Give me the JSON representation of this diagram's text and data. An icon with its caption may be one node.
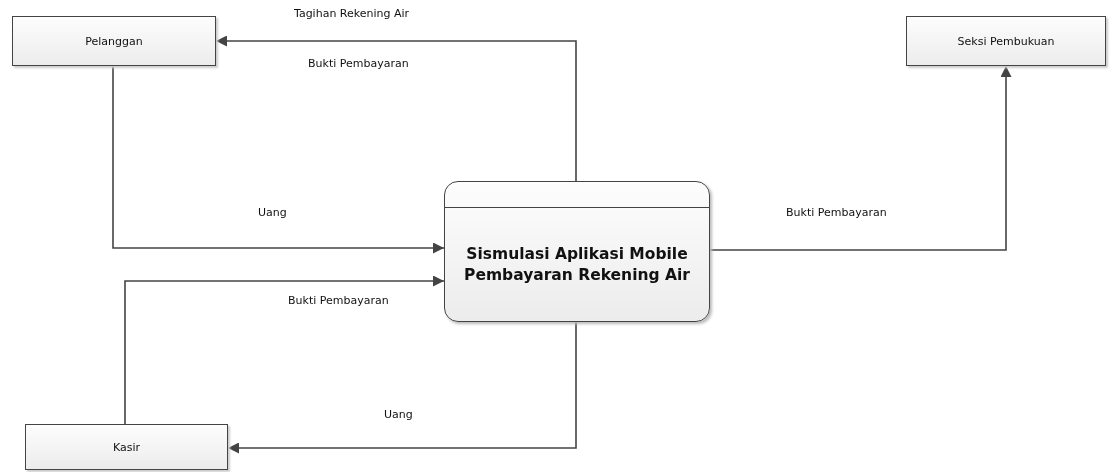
{
  "diagram": {
    "nodes": [
      {
        "text": [
          "Pelanggan"
        ]
      },
      {
        "text": [
          "Seksi Pembukuan"
        ]
      },
      {
        "text": [
          "Sismulasi Aplikasi Mobile Pembayaran Rekening Air"
        ]
      },
      {
        "text": [
          "Kasir"
        ]
      }
    ],
    "edges": [
      {
        "from": 2,
        "to": 0,
        "arrow": "to",
        "label": "Tagihan Rekening Air"
      },
      {
        "from": 0,
        "to": 2,
        "arrow": "to",
        "label": "Uang"
      },
      {
        "from": 3,
        "to": 2,
        "arrow": "to",
        "label": "Bukti Pembayaran"
      },
      {
        "from": 2,
        "to": 3,
        "arrow": "to",
        "label": "Uang"
      },
      {
        "from": 2,
        "to": 1,
        "arrow": "to",
        "label": "Bukti Pembayaran"
      }
    ],
    "labels": [
      "Bukti Pembayaran"
    ]
  }
}
